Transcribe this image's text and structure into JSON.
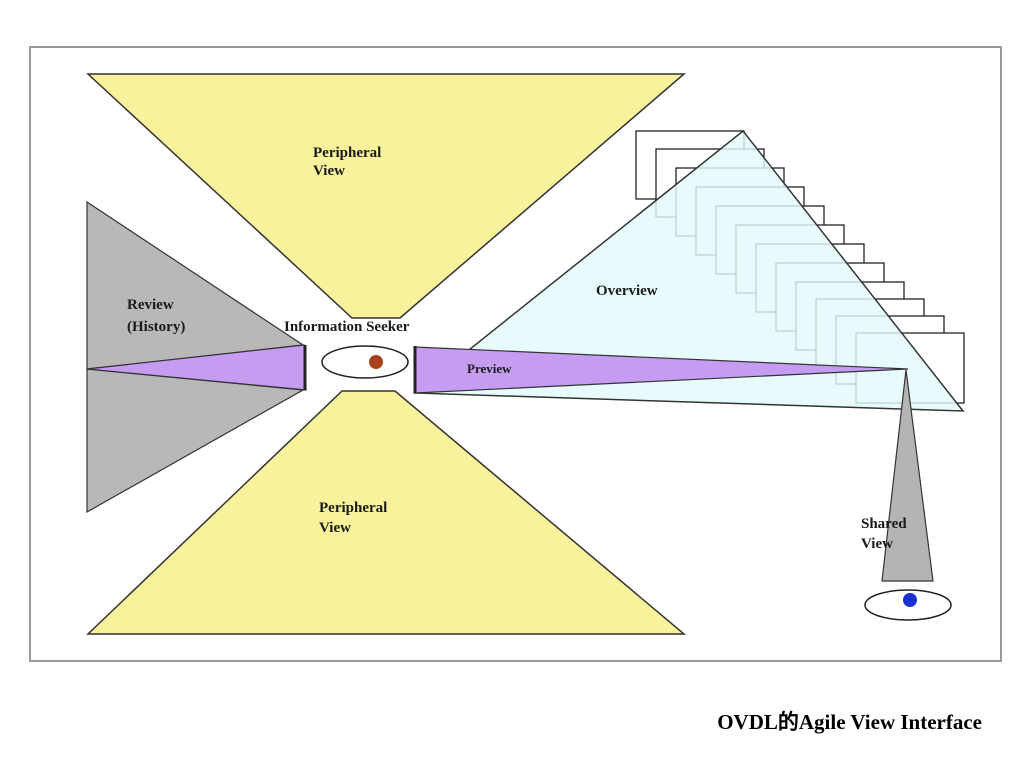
{
  "diagram": {
    "labels": {
      "peripheral_top_line1": "Peripheral",
      "peripheral_top_line2": "View",
      "peripheral_bottom_line1": "Peripheral",
      "peripheral_bottom_line2": "View",
      "review_line1": "Review",
      "review_line2": "(History)",
      "info_seeker": "Information Seeker",
      "overview": "Overview",
      "preview": "Preview",
      "shared_line1": "Shared",
      "shared_line2": "View"
    },
    "colors": {
      "peripheral": "#f7f29b",
      "review": "#b8b8b8",
      "preview": "#c69cf2",
      "overview": "#e2f9fb",
      "shared": "#b4b4b4",
      "seeker_pupil": "#a8401a",
      "shared_pupil": "#1a2fcf"
    }
  },
  "caption": "OVDL的Agile View Interface"
}
